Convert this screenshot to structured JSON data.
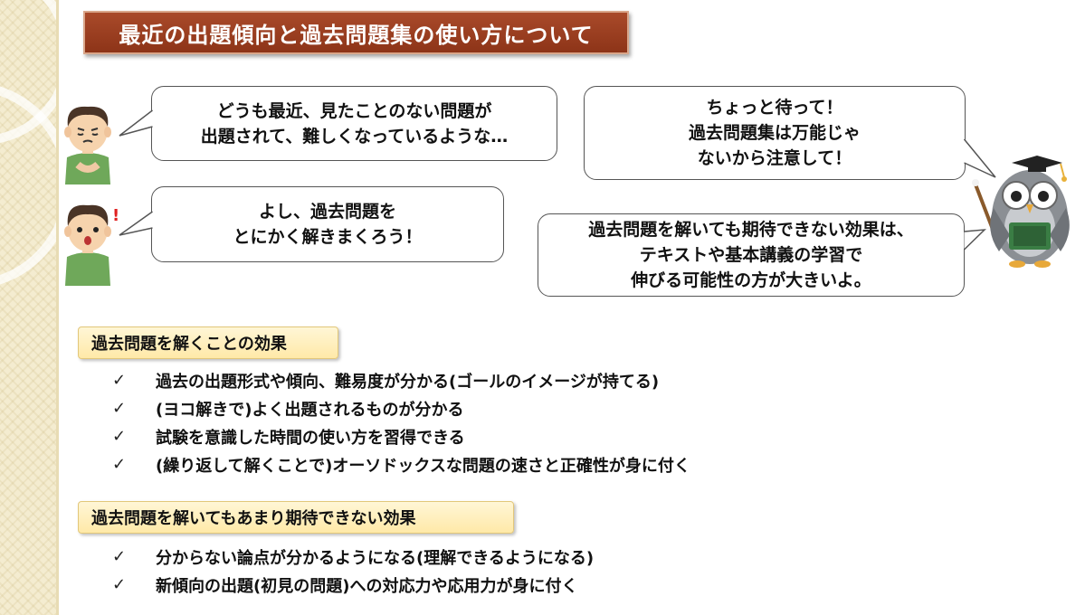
{
  "title": "最近の出題傾向と過去問題集の使い方について",
  "bubbles": {
    "student_worried": [
      "どうも最近、見たことのない問題が",
      "出題されて、難しくなっているような…"
    ],
    "student_excited": [
      "よし、過去問題を",
      "とにかく解きまくろう！"
    ],
    "owl_warning": [
      "ちょっと待って！",
      "過去問題集は万能じゃ",
      "ないから注意して！"
    ],
    "owl_advice": [
      "過去問題を解いても期待できない効果は、",
      "テキストや基本講義の学習で",
      "伸びる可能性の方が大きいよ。"
    ]
  },
  "sections": {
    "effective": {
      "label": "過去問題を解くことの効果",
      "items": [
        "過去の出題形式や傾向、難易度が分かる(ゴールのイメージが持てる)",
        "(ヨコ解きで)よく出題されるものが分かる",
        "試験を意識した時間の使い方を習得できる",
        "(繰り返して解くことで)オーソドックスな問題の速さと正確性が身に付く"
      ]
    },
    "not_effective": {
      "label": "過去問題を解いてもあまり期待できない効果",
      "items": [
        "分からない論点が分かるようになる(理解できるようになる)",
        "新傾向の出題(初見の問題)への対応力や応用力が身に付く"
      ]
    }
  },
  "check_mark": "✓",
  "exclamation": "!",
  "colors": {
    "title_bg": "#9c3d1f",
    "label_bg": "#ffeeb5",
    "strip_bg": "#f4ecd0"
  },
  "icons": [
    "worried-student-icon",
    "excited-student-icon",
    "owl-teacher-icon",
    "check-icon"
  ]
}
